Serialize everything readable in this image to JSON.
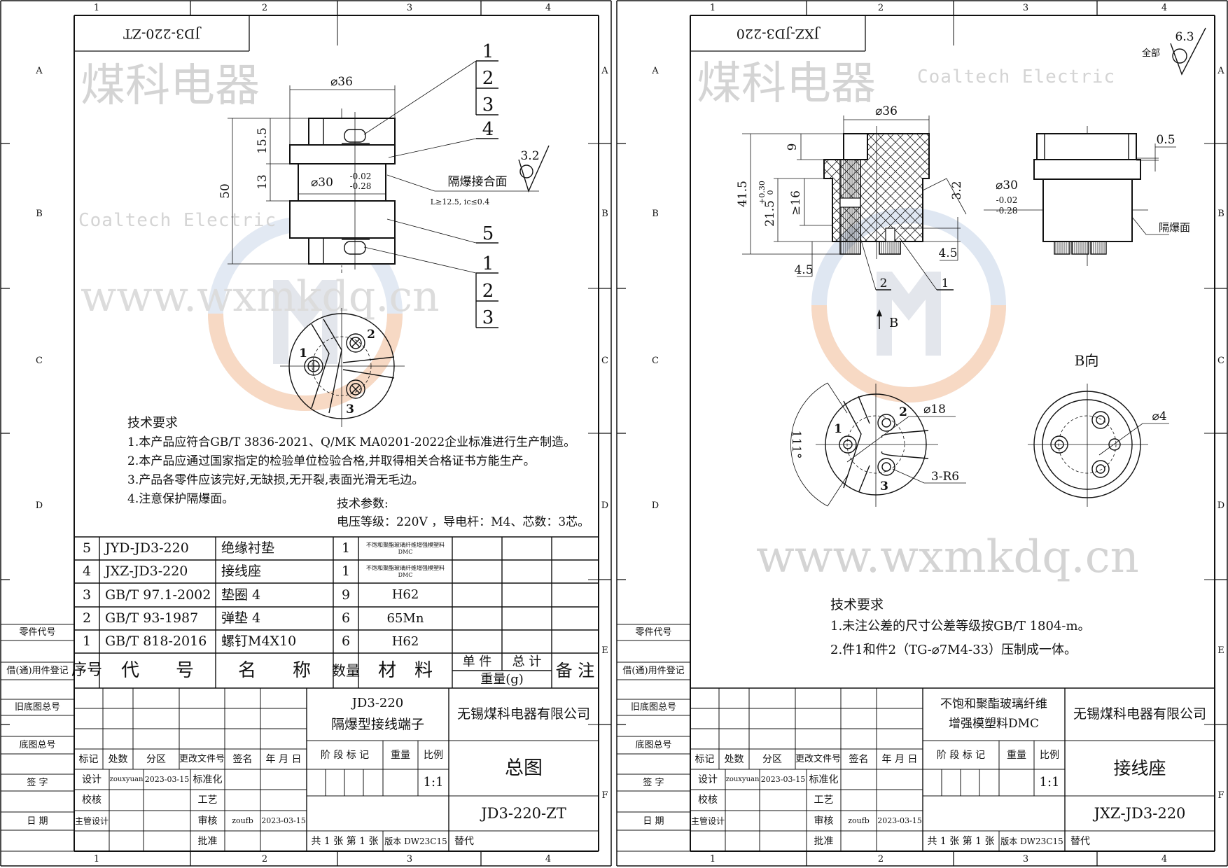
{
  "frame": {
    "columns": [
      "1",
      "2",
      "3",
      "4"
    ],
    "rows": [
      "A",
      "B",
      "C",
      "D",
      "E",
      "F"
    ],
    "side_labels": [
      "零件代号",
      "借(通)用件登记",
      "旧底图总号",
      "底图总号",
      "签 字",
      "日 期"
    ]
  },
  "watermark": {
    "brand_cn": "煤科电器",
    "brand_en": "Coaltech Electric",
    "url": "www.wxmkdq.cn",
    "logo_colors": {
      "top": "#b9cde6",
      "bottom": "#f4c7a6",
      "letter": "#c9cdd6"
    }
  },
  "title_block_labels": {
    "mark": "标记",
    "count": "处数",
    "zone": "分区",
    "change_doc": "更改文件号",
    "sign": "签名",
    "date": "年 月 日",
    "design": "设计",
    "check": "校核",
    "chief": "主管设计",
    "standard": "标准化",
    "process": "工艺",
    "review": "审核",
    "approve": "批准",
    "stage": "阶 段 标 记",
    "weight": "重量",
    "scale": "比例",
    "sheets": "共 1 张  第 1 张",
    "version": "版本 DW23C15",
    "replace": "替代"
  },
  "sheet1": {
    "code_rotated": "JD3-220-ZT",
    "designer": "zouxyuan",
    "design_date": "2023-03-15",
    "reviewer": "zoufb",
    "review_date": "2023-03-15",
    "product_code": "JD3-220",
    "product_name": "隔爆型接线端子",
    "company": "无锡煤科电器有限公司",
    "drawing_title": "总图",
    "drawing_no": "JD3-220-ZT",
    "scale": "1:1",
    "dims": {
      "d36": "⌀36",
      "h50": "50",
      "h155": "15.5",
      "h13": "13",
      "d30": "⌀30",
      "tol_up": "-0.02",
      "tol_low": "-0.28",
      "roughness": "3.2",
      "surface": "隔爆接合面",
      "surface_note": "L≥12.5, ic≤0.4"
    },
    "balloons_top": [
      "1",
      "2",
      "3"
    ],
    "balloon_4": "4",
    "balloon_5": "5",
    "balloons_bottom": [
      "1",
      "2",
      "3"
    ],
    "view_labels": [
      "1",
      "2",
      "3"
    ],
    "notes_title": "技术要求",
    "notes": [
      "1.本产品应符合GB/T 3836-2021、Q/MK MA0201-2022企业标准进行生产制造。",
      "2.本产品应通过国家指定的检验单位检验合格,并取得相关合格证书方能生产。",
      "3.产品各零件应该完好,无缺损,无开裂,表面光滑无毛边。",
      "4.注意保护隔爆面。"
    ],
    "params_title": "技术参数:",
    "params": "电压等级：220V ，导电杆：M4、芯数：3芯。",
    "bom": {
      "rows": [
        {
          "no": "5",
          "code": "JYD-JD3-220",
          "name": "绝缘衬垫",
          "qty": "1",
          "material": "不饱和聚酯玻璃纤维增强模塑料DMC"
        },
        {
          "no": "4",
          "code": "JXZ-JD3-220",
          "name": "接线座",
          "qty": "1",
          "material": "不饱和聚酯玻璃纤维增强模塑料DMC"
        },
        {
          "no": "3",
          "code": "GB/T 97.1-2002",
          "name": "垫圈 4",
          "qty": "9",
          "material": "H62"
        },
        {
          "no": "2",
          "code": "GB/T 93-1987",
          "name": "弹垫 4",
          "qty": "6",
          "material": "65Mn"
        },
        {
          "no": "1",
          "code": "GB/T 818-2016",
          "name": "螺钉M4X10",
          "qty": "6",
          "material": "H62"
        }
      ],
      "headers": {
        "no": "序号",
        "code": "代　　号",
        "name": "名　　称",
        "qty": "数量",
        "material": "材　料",
        "unit": "单 件",
        "total": "总 计",
        "weight": "重量(g)",
        "remark": "备 注"
      }
    }
  },
  "sheet2": {
    "code_rotated": "JXZ-JD3-220",
    "designer": "zouxyuan",
    "design_date": "2023-03-15",
    "reviewer": "zoufb",
    "review_date": "2023-03-15",
    "material_line1": "不饱和聚酯玻璃纤维",
    "material_line2": "增强模塑料DMC",
    "company": "无锡煤科电器有限公司",
    "drawing_title": "接线座",
    "drawing_no": "JXZ-JD3-220",
    "scale": "1:1",
    "roughness_all": "6.3",
    "roughness_all_label": "全部",
    "dims": {
      "d36": "⌀36",
      "h415": "41.5",
      "h9": "9",
      "h215": "21.5",
      "h215_tol_up": "+0.30",
      "h215_tol_low": "0",
      "h16": "≥16",
      "h45a": "4.5",
      "h45b": "4.5",
      "roughness": "3.2",
      "t05": "0.5",
      "d30": "⌀30",
      "tol_up": "-0.02",
      "tol_low": "-0.28",
      "surface": "隔爆面",
      "d18": "⌀18",
      "r6": "3-R6",
      "angle": "111°",
      "d4": "⌀4"
    },
    "part_labels": [
      "2",
      "1"
    ],
    "view_arrow": "B",
    "view_title": "B向",
    "view_labels": [
      "1",
      "2",
      "3"
    ],
    "notes_title": "技术要求",
    "notes": [
      "1.未注公差的尺寸公差等级按GB/T 1804-m。",
      "2.件1和件2（TG-⌀7M4-33）压制成一体。"
    ]
  }
}
